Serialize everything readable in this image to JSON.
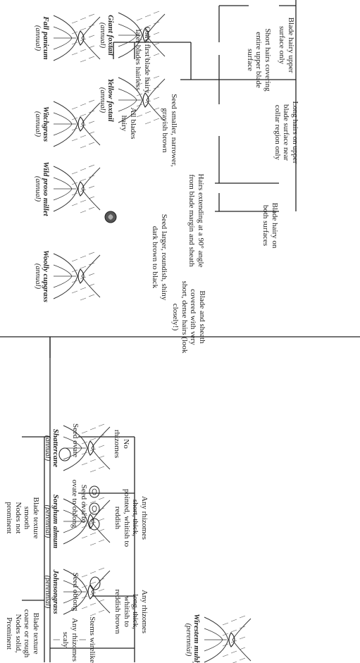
{
  "key": {
    "left_branch": {
      "label": [
        "Blade hairy upper",
        "surface only"
      ],
      "short_hairs": [
        "Short hairs covering",
        "entire upper blade",
        "surface"
      ],
      "long_hairs": [
        "Long hairs on upper",
        "blade surface near",
        "collar region only"
      ]
    },
    "both_surfaces": {
      "label": [
        "Blade hairy on",
        "both surfaces"
      ],
      "hairs_90": [
        "Hairs extending at a 90° angle",
        "from blade margin and sheath"
      ],
      "dense_hairs": [
        "Blade and sheath",
        "covered with very",
        "short, dense hairs (look",
        "closely!)"
      ],
      "seed_smaller": [
        "Seed smaller, narrower,",
        "grayish brown"
      ],
      "seed_larger": [
        "Seed larger, roundish, shiny",
        "dark brown to black"
      ],
      "only_first": [
        "Only first blade hairy",
        "later blades hairless"
      ],
      "all_blades": [
        "All blades",
        "hairy"
      ]
    },
    "smooth": {
      "label": [
        "Blade texture",
        "smooth",
        "Nodes not",
        "prominent"
      ],
      "seed_ovate": [
        "Seed ovate"
      ],
      "seed_oval": [
        "Seed oval to",
        "ovate to oblong"
      ],
      "no_rhizomes": [
        "No",
        "rhizomes"
      ],
      "short_rhizomes": [
        "Any rhizomes",
        "short, thick,",
        "pointed, whitish to",
        "reddish"
      ]
    },
    "coarse": {
      "label": [
        "Blade texture",
        "coarse or rough",
        "Nodes solid,",
        "Prominent"
      ],
      "stems": [
        "Stems wirelike",
        "|",
        "Any rhizomes",
        "scaly",
        "|"
      ],
      "seed_oblong": [
        "Seed oblong"
      ],
      "long_rhizomes": [
        "Any rhizomes",
        "long, thick,",
        "whitish to",
        "reddish brown"
      ]
    }
  },
  "species": [
    {
      "name": "Giant foxtail",
      "life": "(annual)",
      "icon": "grass-collar-icon"
    },
    {
      "name": "Yellow foxtail",
      "life": "(annual)",
      "icon": "grass-collar-icon"
    },
    {
      "name": "Fall panicum",
      "life": "(annual)",
      "icon": "grass-collar-icon"
    },
    {
      "name": "Witchgrass",
      "life": "(annual)",
      "icon": "grass-collar-icon"
    },
    {
      "name": "Wild proso millet",
      "life": "(annual)",
      "icon": "grass-collar-icon"
    },
    {
      "name": "Woolly cupgrass",
      "life": "(annual)",
      "icon": "grass-collar-icon"
    },
    {
      "name": "Shattercane",
      "life": "(annual)",
      "icon": "grass-collar-icon"
    },
    {
      "name": "Sorghum almum",
      "life": "(perennial)",
      "icon": "grass-collar-icon"
    },
    {
      "name": "Johnsongrass",
      "life": "(perennial)",
      "icon": "grass-collar-icon"
    },
    {
      "name": "Wirestem muhly",
      "life": "(perennial)",
      "icon": "grass-collar-icon"
    }
  ],
  "colors": {
    "ink": "#222222",
    "paper": "#ffffff"
  }
}
